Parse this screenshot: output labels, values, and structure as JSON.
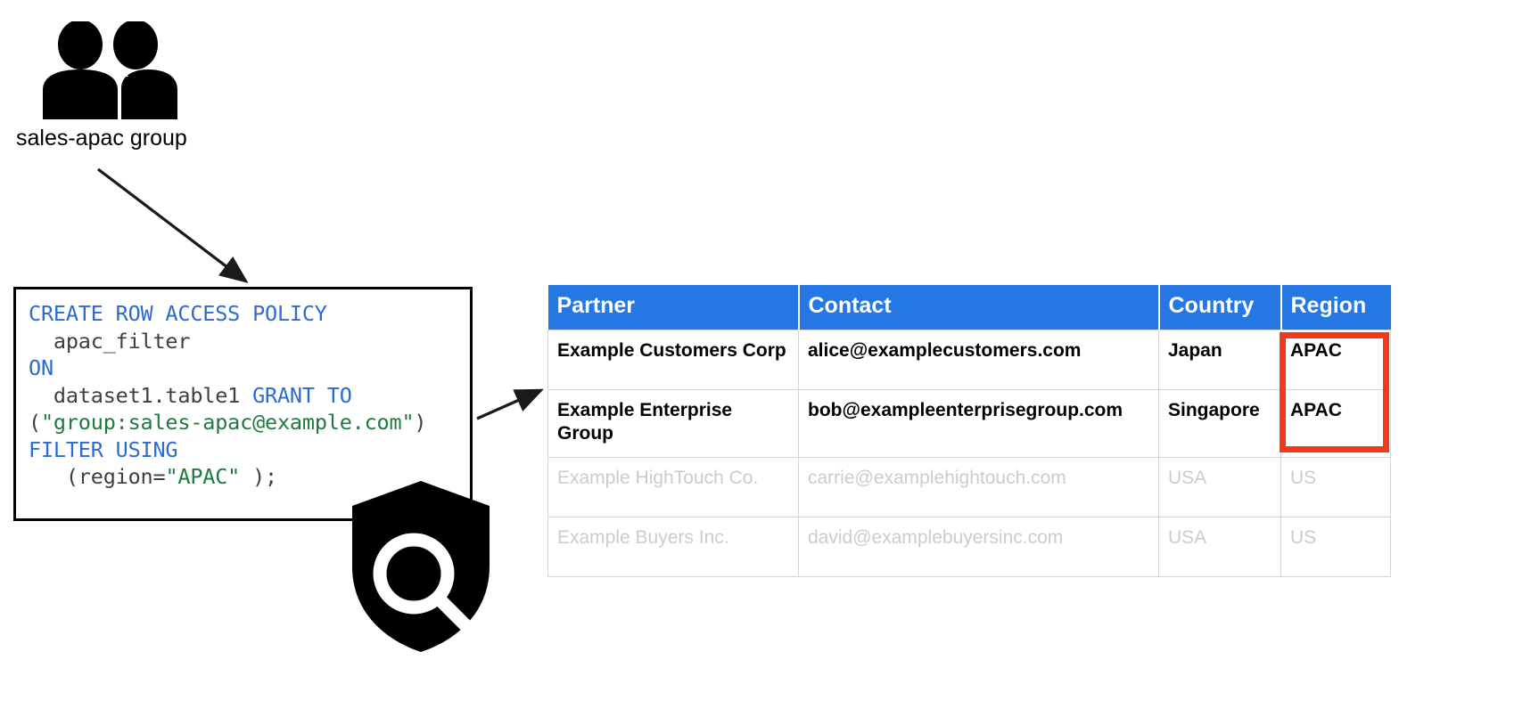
{
  "diagram": {
    "title": "BigQuery row-level access policy diagram",
    "group_node": {
      "icon": "people-group-icon",
      "label": "sales-apac group"
    },
    "code_block": {
      "language": "sql",
      "tokens": [
        [
          {
            "t": "CREATE ROW ACCESS POLICY",
            "c": "kw"
          }
        ],
        [
          {
            "t": "  apac_filter",
            "c": "pln"
          }
        ],
        [
          {
            "t": "ON",
            "c": "kw"
          }
        ],
        [
          {
            "t": "  dataset1.table1 ",
            "c": "pln"
          },
          {
            "t": "GRANT TO",
            "c": "kw"
          }
        ],
        [
          {
            "t": "(",
            "c": "pln"
          },
          {
            "t": "\"group:sales-apac@example.com\"",
            "c": "str"
          },
          {
            "t": ")",
            "c": "pln"
          }
        ],
        [
          {
            "t": "FILTER USING",
            "c": "kw"
          }
        ],
        [
          {
            "t": "   (region=",
            "c": "pln"
          },
          {
            "t": "\"APAC\"",
            "c": "str"
          },
          {
            "t": " );",
            "c": "pln"
          }
        ]
      ],
      "plain_text": "CREATE ROW ACCESS POLICY\n  apac_filter\nON\n  dataset1.table1 GRANT TO\n(\"group:sales-apac@example.com\")\nFILTER USING\n   (region=\"APAC\" );"
    },
    "security_icon": {
      "icon": "shield-search-icon",
      "label": ""
    },
    "arrows": [
      {
        "name": "arrow-group-to-policy",
        "from": "sales-apac group",
        "to": "code block"
      },
      {
        "name": "arrow-policy-to-table",
        "from": "code block",
        "to": "results table"
      }
    ]
  },
  "table": {
    "columns": [
      {
        "key": "partner",
        "label": "Partner"
      },
      {
        "key": "contact",
        "label": "Contact"
      },
      {
        "key": "country",
        "label": "Country"
      },
      {
        "key": "region",
        "label": "Region"
      }
    ],
    "rows": [
      {
        "state": "visible",
        "partner": "Example Customers Corp",
        "contact": "alice@examplecustomers.com",
        "country": "Japan",
        "region": "APAC"
      },
      {
        "state": "visible",
        "partner": "Example Enterprise Group",
        "contact": "bob@exampleenterprisegroup.com",
        "country": "Singapore",
        "region": "APAC"
      },
      {
        "state": "filtered",
        "partner": "Example HighTouch Co.",
        "contact": "carrie@examplehightouch.com",
        "country": "USA",
        "region": "US"
      },
      {
        "state": "filtered",
        "partner": "Example Buyers Inc.",
        "contact": "david@examplebuyersinc.com",
        "country": "USA",
        "region": "US"
      }
    ],
    "highlight": {
      "name": "region-apac-highlight",
      "color": "#f4391a",
      "covers": "Region column rows 1-2"
    }
  },
  "colors": {
    "header_blue": "#2577e3",
    "highlight_red": "#f4391a",
    "keyword_blue": "#2b6cd4",
    "string_green": "#1f7a3d",
    "code_plain": "#3c4043",
    "muted_text": "#c9ccd1",
    "grid_line": "#d6d6d6",
    "box_border": "#000000"
  }
}
